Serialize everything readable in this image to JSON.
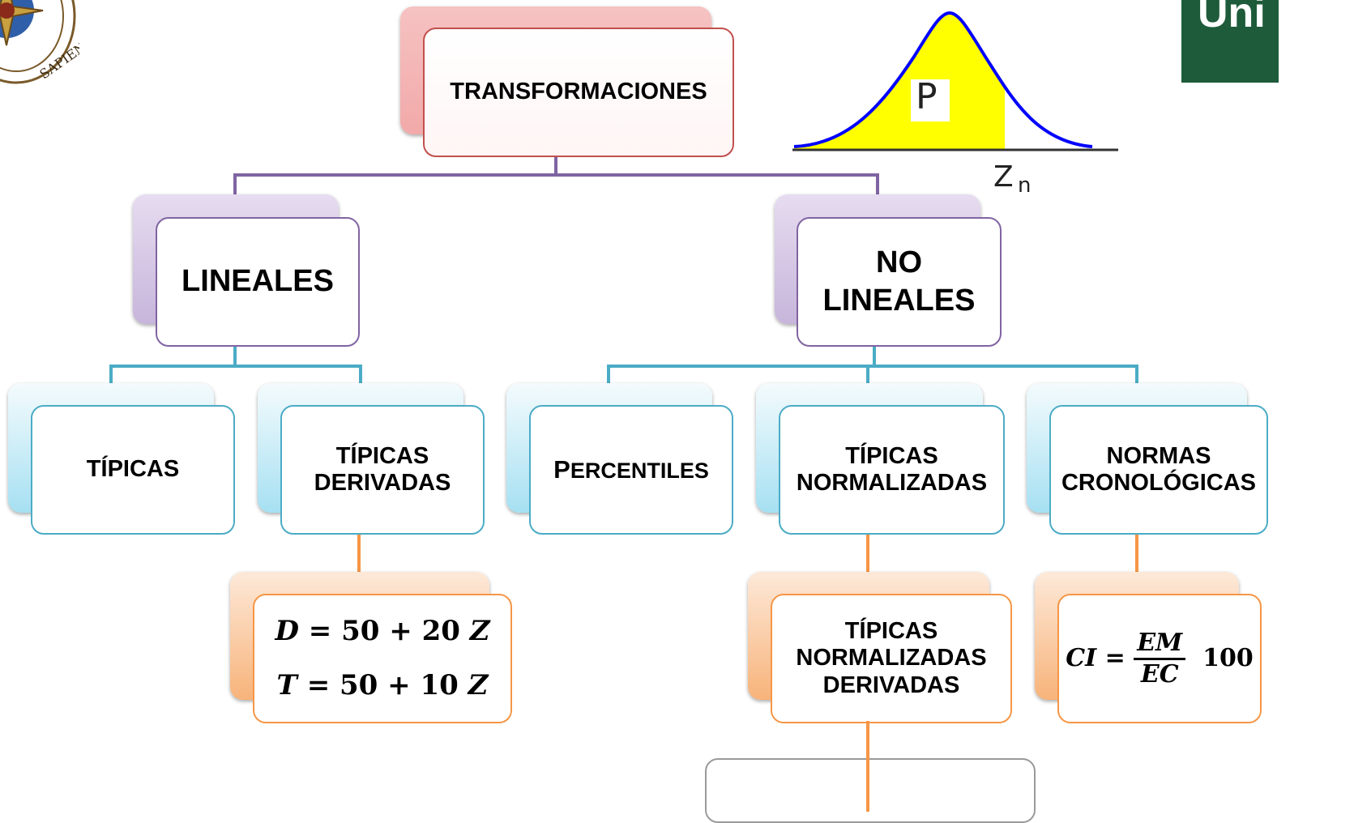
{
  "logo_left": {
    "motto": "SAPIENTIA · BILIOR"
  },
  "logo_right": {
    "text": "Uni"
  },
  "normal_curve": {
    "area_label": "P",
    "axis_label": "Z",
    "axis_subscript": "n"
  },
  "root": {
    "label": "TRANSFORMACIONES"
  },
  "lineales": {
    "label": "LINEALES"
  },
  "no_lineales": {
    "line1": "NO",
    "line2": "LINEALES"
  },
  "tipicas": {
    "label": "TÍPICAS"
  },
  "tipicas_derivadas": {
    "line1": "TÍPICAS",
    "line2": "DERIVADAS"
  },
  "percentiles": {
    "first": "P",
    "rest": "ERCENTILES"
  },
  "tipicas_normalizadas": {
    "line1": "TÍPICAS",
    "line2": "NORMALIZADAS"
  },
  "normas_cronologicas": {
    "line1": "NORMAS",
    "line2": "CRONOLÓGICAS"
  },
  "tnd": {
    "line1": "TÍPICAS",
    "line2": "NORMALIZADAS",
    "line3": "DERIVADAS"
  },
  "formula_d": {
    "var": "D",
    "rhs": "= 50 + 20 ",
    "z": "Z"
  },
  "formula_t": {
    "var": "T",
    "rhs": "= 50 + 10 ",
    "z": "Z"
  },
  "formula_ci": {
    "lhs": "CI",
    "eq": "=",
    "num": "EM",
    "den": "EC",
    "factor": "100"
  },
  "colors": {
    "root": "#c0504d",
    "level1": "#8064a2",
    "level2": "#4bacc6",
    "level3": "#f79646"
  }
}
